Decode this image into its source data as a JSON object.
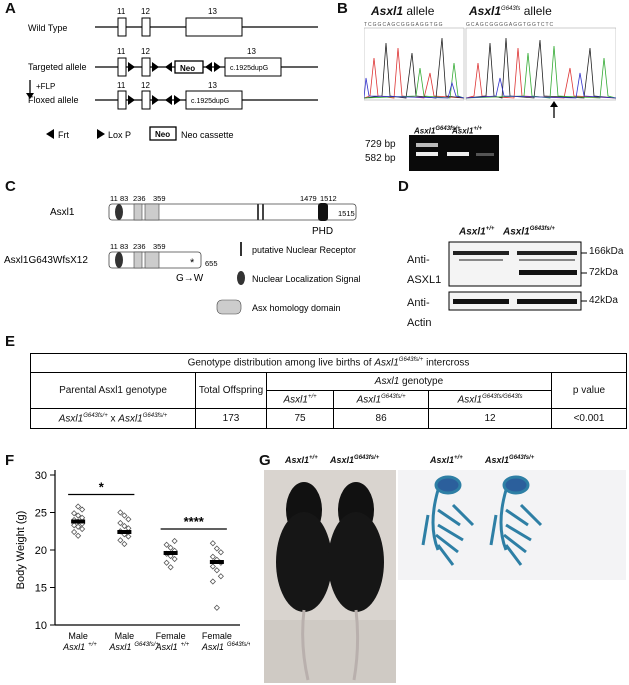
{
  "panel_labels": {
    "a": "A",
    "b": "B",
    "c": "C",
    "d": "D",
    "e": "E",
    "f": "F",
    "g": "G"
  },
  "panel_a": {
    "rows": [
      "Wild Type",
      "Targeted allele",
      "Floxed allele"
    ],
    "exons": [
      "11",
      "12",
      "13"
    ],
    "neo": "Neo",
    "dup_label": "c.1925dupG",
    "flp": "+FLP",
    "legend": {
      "frt": "Frt",
      "loxp": "Lox P",
      "neo_box": "Neo",
      "neo_desc": "Neo cassette"
    }
  },
  "panel_b": {
    "allele1_gene": "Asxl1",
    "allele1_suffix": " allele",
    "allele2_gene": "Asxl1",
    "allele2_sup": "G643fs",
    "allele2_suffix": " allele",
    "gel_lane1": "Asxl1",
    "gel_lane1_sup": "G643fs/+",
    "gel_lane2": "Asxl1",
    "gel_lane2_sup": "+/+",
    "band1": "729 bp",
    "band2": "582 bp"
  },
  "panel_c": {
    "protein1": "Asxl1",
    "protein2": "Asxl1G643WfsX12",
    "positions1": [
      "11",
      "83",
      "236",
      "359",
      "1479",
      "1512"
    ],
    "end1": "1515",
    "phd": "PHD",
    "positions2": [
      "11",
      "83",
      "236",
      "359"
    ],
    "end2": "655",
    "star": "*",
    "mutation": "G→W",
    "legend": [
      "putative Nuclear Receptor",
      "Nuclear Localization Signal",
      "Asx homology domain"
    ]
  },
  "panel_d": {
    "col1": "Asxl1",
    "col1_sup": "+/+",
    "col2": "Asxl1",
    "col2_sup": "G643fs/+",
    "row1a": "Anti-",
    "row1b": "ASXL1",
    "row2a": "Anti-",
    "row2b": "Actin",
    "mw": [
      "166kDa",
      "72kDa",
      "42kDa"
    ]
  },
  "panel_e": {
    "title_pre": "Genotype distribution among live births of ",
    "title_gene": "Asxl1",
    "title_sup": "G643fs/+",
    "title_post": " intercross",
    "h_parental": "Parental Asxl1 genotype",
    "h_total": "Total Offspring",
    "h_geno_gene": "Asxl1",
    "h_geno_post": " genotype",
    "h_p": "p value",
    "sub": [
      {
        "gene": "Asxl1",
        "sup": "+/+"
      },
      {
        "gene": "Asxl1",
        "sup": "G643fs/+"
      },
      {
        "gene": "Asxl1",
        "sup": "G643fs/G643fs"
      }
    ],
    "row_gene": "Asxl1",
    "row_sup": "G643fs/+",
    "row_x": " x ",
    "total": "173",
    "counts": [
      "75",
      "86",
      "12"
    ],
    "p": "<0.001"
  },
  "chart_data": {
    "type": "scatter",
    "ylabel": "Body Weight (g)",
    "ylim": [
      10,
      30
    ],
    "yticks": [
      10,
      15,
      20,
      25,
      30
    ],
    "categories": [
      {
        "sex": "Male",
        "gene": "Asxl1",
        "sup": "+/+",
        "mean": 23.8,
        "points": [
          21.9,
          22.4,
          22.8,
          23.1,
          23.3,
          23.5,
          23.8,
          24.0,
          24.3,
          24.6,
          24.9,
          25.4,
          25.8
        ]
      },
      {
        "sex": "Male",
        "gene": "Asxl1",
        "sup": "G643fs/+",
        "mean": 22.4,
        "points": [
          20.8,
          21.3,
          21.8,
          22.1,
          22.5,
          22.9,
          23.2,
          23.6,
          24.1,
          24.6,
          25.0
        ]
      },
      {
        "sex": "Female",
        "gene": "Asxl1",
        "sup": "+/+",
        "mean": 19.6,
        "points": [
          17.7,
          18.3,
          18.8,
          19.2,
          19.5,
          19.9,
          20.3,
          20.7,
          21.2
        ]
      },
      {
        "sex": "Female",
        "gene": "Asxl1",
        "sup": "G643fs/+",
        "mean": 18.4,
        "points": [
          12.3,
          15.8,
          16.5,
          17.3,
          17.8,
          18.3,
          18.7,
          19.1,
          19.7,
          20.2,
          20.9
        ]
      }
    ],
    "significance": [
      {
        "pair": [
          0,
          1
        ],
        "label": "*"
      },
      {
        "pair": [
          2,
          3
        ],
        "label": "****"
      }
    ]
  },
  "panel_g": {
    "left1": "Asxl1",
    "left1_sup": "+/+",
    "left2": "Asxl1",
    "left2_sup": "G643fs/+",
    "right1": "Asxl1",
    "right1_sup": "+/+",
    "right2": "Asxl1",
    "right2_sup": "G643fs/+"
  }
}
